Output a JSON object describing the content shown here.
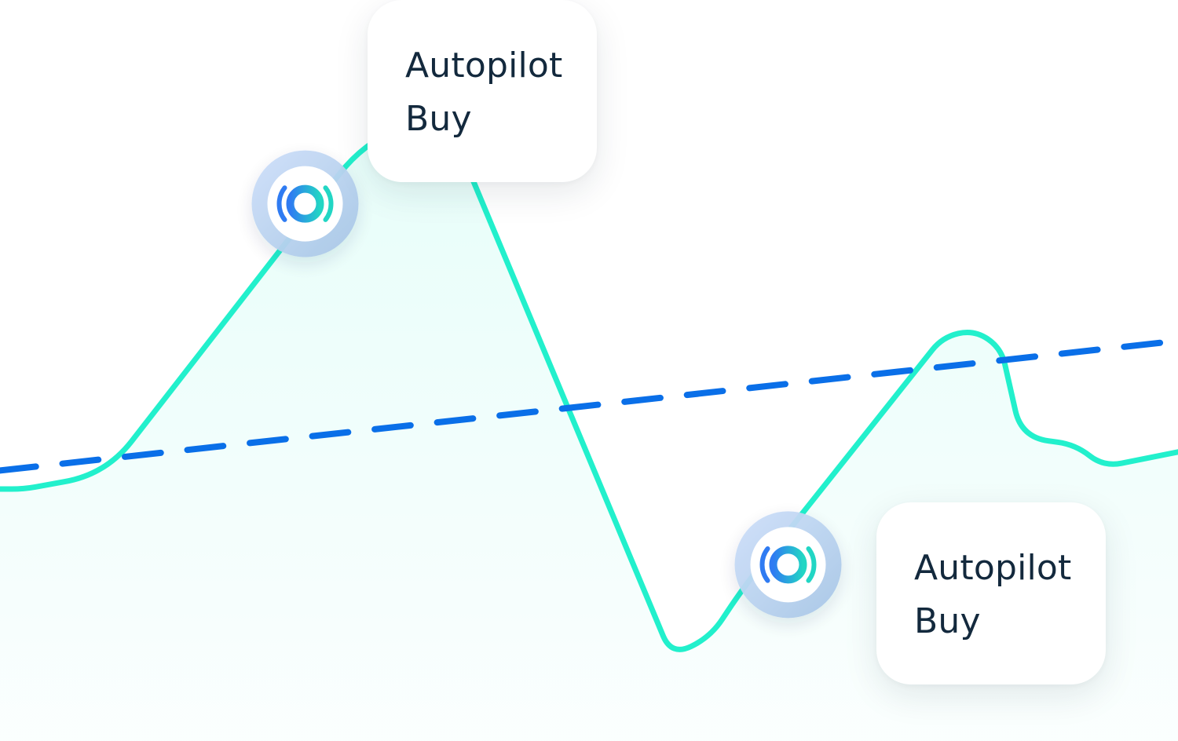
{
  "chart_data": {
    "type": "line",
    "title": "",
    "xlabel": "",
    "ylabel": "",
    "grid": false,
    "legend": "none",
    "xlim": [
      0,
      100
    ],
    "ylim": [
      0,
      100
    ],
    "series": [
      {
        "style": "solid-area",
        "color": "#22f0cc",
        "fill_color": "#22f0cc",
        "x": [
          0,
          2,
          9,
          31,
          37.7,
          57,
          60.3,
          63,
          80,
          82.7,
          85,
          86.7,
          91.3,
          93.7,
          100
        ],
        "y": [
          34,
          34,
          36,
          81,
          85,
          11.5,
          14,
          20.5,
          54.5,
          55.5,
          53,
          41,
          40,
          37,
          39
        ]
      },
      {
        "style": "dashed",
        "color": "#0a6fe8",
        "x": [
          0,
          100
        ],
        "y": [
          36.5,
          54
        ]
      }
    ],
    "markers": [
      {
        "x": 25.9,
        "y": 72.5,
        "icon": "autopilot-signal-icon",
        "label": "Autopilot\nBuy"
      },
      {
        "x": 66.9,
        "y": 23.8,
        "icon": "autopilot-signal-icon",
        "label": "Autopilot\nBuy"
      }
    ]
  },
  "colors": {
    "line": "#22f0cc",
    "dashed": "#0a6fe8",
    "marker_ring": "#a8c8f0",
    "icon_gradient_start": "#2f7bf2",
    "icon_gradient_end": "#22d6c4",
    "callout_text": "#13293d"
  }
}
